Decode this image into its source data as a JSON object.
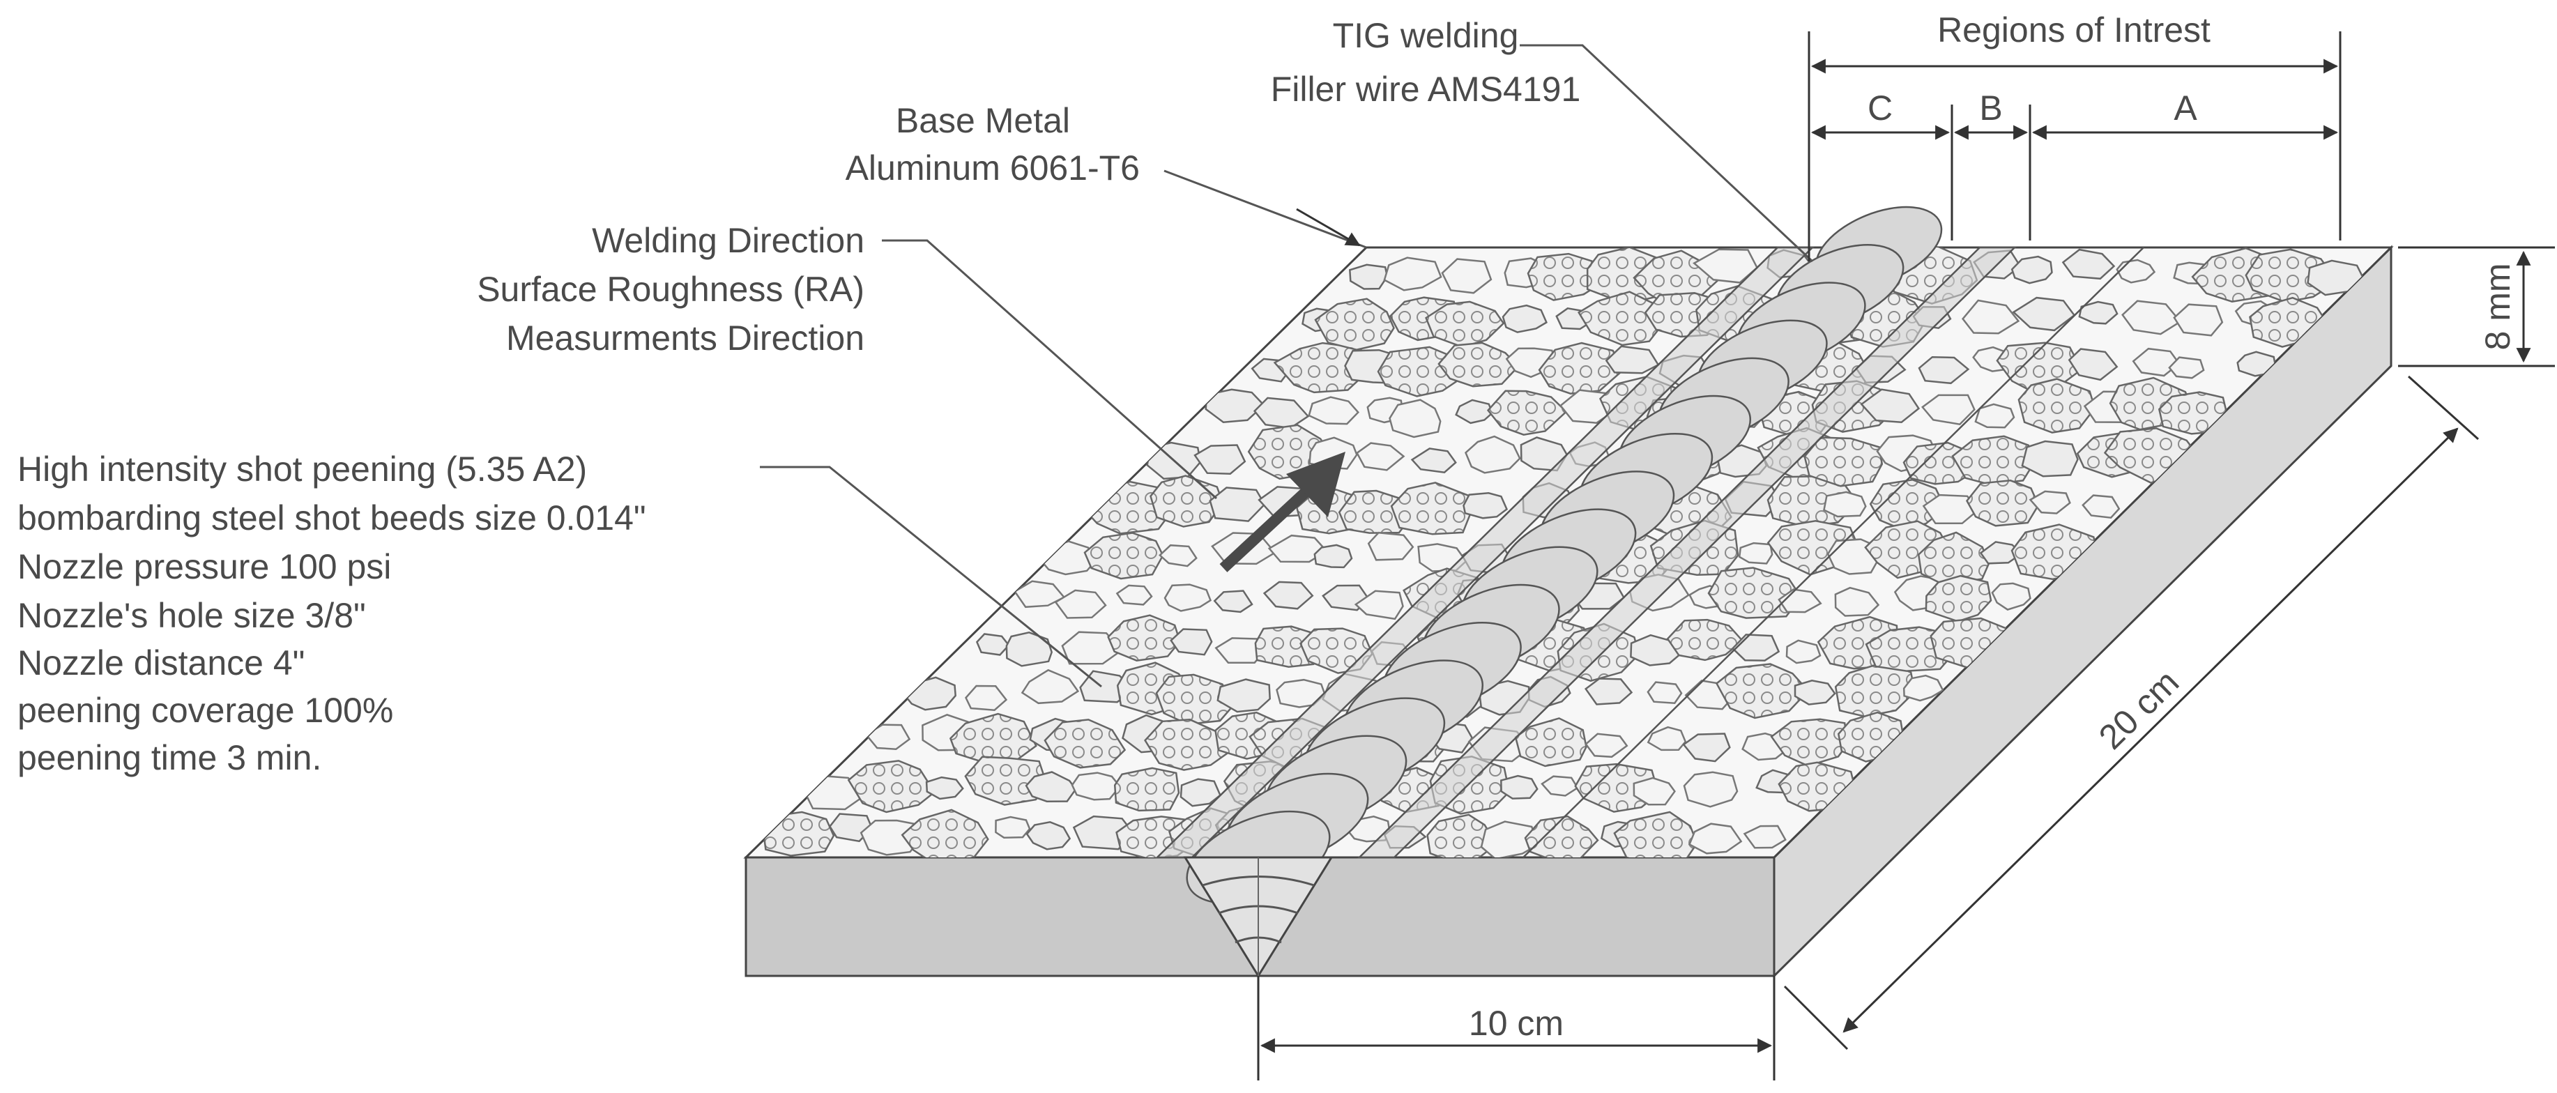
{
  "labels": {
    "tig_line1": "TIG welding",
    "tig_line2": "Filler wire AMS4191",
    "regions_title": "Regions of Intrest",
    "region_c": "C",
    "region_b": "B",
    "region_a": "A",
    "base_line1": "Base Metal",
    "base_line2": "Aluminum 6061-T6",
    "dir_line1": "Welding Direction",
    "dir_line2": "Surface Roughness (RA)",
    "dir_line3": "Measurments Direction",
    "peen_lines": [
      "High intensity shot peening (5.35 A2)",
      "bombarding steel shot beeds size 0.014\"",
      "Nozzle pressure 100 psi",
      "Nozzle's hole size 3/8\"",
      "Nozzle distance 4\"",
      "peening coverage 100%",
      "peening time 3 min."
    ],
    "dim_thickness": "8 mm",
    "dim_length": "20 cm",
    "dim_width": "10 cm"
  },
  "colors": {
    "top_surface": "#f7f7f7",
    "front_face": "#c9c9c9",
    "side_face": "#d9d9d9",
    "weld_bead": "#d7d7d7",
    "arrow": "#4a4a4a",
    "text": "#4a4a4a"
  }
}
